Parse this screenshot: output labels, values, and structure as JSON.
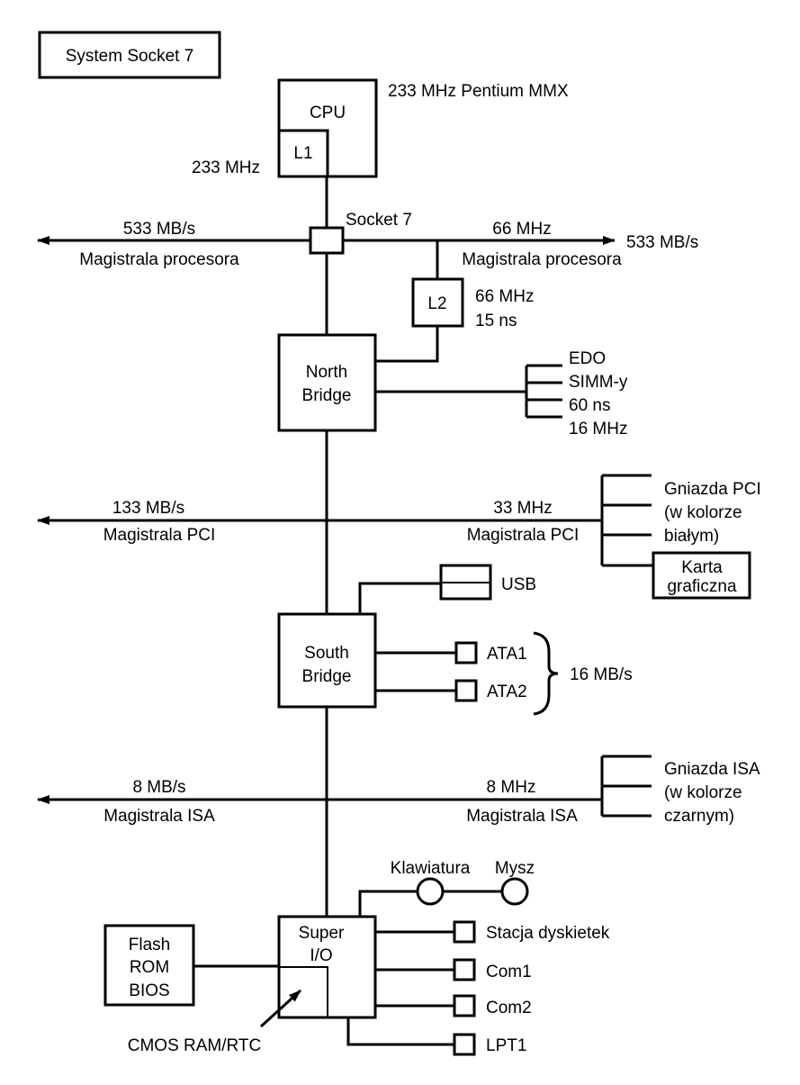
{
  "title": "System Socket 7",
  "cpu": {
    "label": "CPU",
    "model": "233 MHz Pentium MMX",
    "l1": "L1",
    "clock": "233 MHz"
  },
  "socket": "Socket 7",
  "cpu_bus": {
    "left_rate": "533 MB/s",
    "left_name": "Magistrala procesora",
    "right_freq": "66 MHz",
    "right_rate": "533 MB/s",
    "right_name": "Magistrala procesora"
  },
  "l2": {
    "label": "L2",
    "freq": "66 MHz",
    "speed": "15 ns"
  },
  "north_bridge": {
    "line1": "North",
    "line2": "Bridge"
  },
  "memory": {
    "l1": "EDO",
    "l2": "SIMM-y",
    "l3": "60 ns",
    "l4": "16 MHz"
  },
  "pci_bus": {
    "left_rate": "133 MB/s",
    "left_name": "Magistrala PCI",
    "right_freq": "33 MHz",
    "right_name": "Magistrala PCI",
    "slots_l1": "Gniazda PCI",
    "slots_l2": "(w kolorze",
    "slots_l3": "białym)",
    "gfx_l1": "Karta",
    "gfx_l2": "graficzna"
  },
  "usb": "USB",
  "south_bridge": {
    "line1": "South",
    "line2": "Bridge"
  },
  "ata": {
    "ata1": "ATA1",
    "ata2": "ATA2",
    "rate": "16 MB/s"
  },
  "isa_bus": {
    "left_rate": "8 MB/s",
    "left_name": "Magistrala ISA",
    "right_freq": "8 MHz",
    "right_name": "Magistrala ISA",
    "slots_l1": "Gniazda ISA",
    "slots_l2": "(w kolorze",
    "slots_l3": "czarnym)"
  },
  "keyboard": "Klawiatura",
  "mouse": "Mysz",
  "super_io": {
    "line1": "Super",
    "line2": "I/O"
  },
  "flash": {
    "l1": "Flash",
    "l2": "ROM",
    "l3": "BIOS"
  },
  "cmos": "CMOS RAM/RTC",
  "io_ports": {
    "floppy": "Stacja dyskietek",
    "com1": "Com1",
    "com2": "Com2",
    "lpt1": "LPT1"
  }
}
